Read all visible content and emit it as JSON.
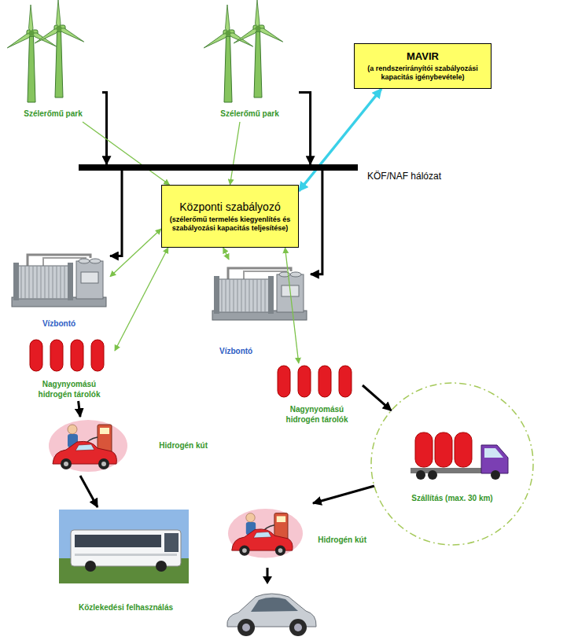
{
  "diagram": {
    "nodes": [
      {
        "text": [
          "Szélerőmű park"
        ]
      },
      {
        "text": [
          "Szélerőmű park"
        ]
      },
      {
        "text": [
          "MAVIR",
          "(a rendszerirányítói szabályozási kapacitás igénybevétele)"
        ]
      },
      {
        "text": [
          "KÖF/NAF hálózat"
        ]
      },
      {
        "text": [
          "Központi szabályozó",
          "(szélerőmű termelés kiegyenlítés és szabályozási kapacitás teljesítése)"
        ]
      },
      {
        "text": [
          "Vízbontó"
        ]
      },
      {
        "text": [
          "Vízbontó"
        ]
      },
      {
        "text": [
          "Nagynyomású hidrogén tárolók"
        ]
      },
      {
        "text": [
          "Nagynyomású hidrogén tárolók"
        ]
      },
      {
        "text": [
          "Hidrogén kút"
        ]
      },
      {
        "text": [
          "Szállítás (max. 30 km)"
        ]
      },
      {
        "text": [
          "Hidrogén kút"
        ]
      },
      {
        "text": [
          "Közlekedési felhasználás"
        ]
      }
    ],
    "edges": [
      {
        "from": 0,
        "to": 3,
        "arrow": "to"
      },
      {
        "from": 1,
        "to": 3,
        "arrow": "to"
      },
      {
        "from": 0,
        "to": 4,
        "arrow": "to"
      },
      {
        "from": 1,
        "to": 4,
        "arrow": "to"
      },
      {
        "from": 2,
        "to": 4,
        "arrow": "both"
      },
      {
        "from": 3,
        "to": 5,
        "arrow": "to"
      },
      {
        "from": 3,
        "to": 6,
        "arrow": "to"
      },
      {
        "from": 4,
        "to": 5,
        "arrow": "both"
      },
      {
        "from": 4,
        "to": 6,
        "arrow": "both"
      },
      {
        "from": 4,
        "to": 7,
        "arrow": "both"
      },
      {
        "from": 4,
        "to": 8,
        "arrow": "both"
      },
      {
        "from": 7,
        "to": 9,
        "arrow": "to"
      },
      {
        "from": 9,
        "to": 12,
        "arrow": "to"
      },
      {
        "from": 8,
        "to": 10,
        "arrow": "to"
      },
      {
        "from": 10,
        "to": 11,
        "arrow": "to"
      }
    ]
  }
}
